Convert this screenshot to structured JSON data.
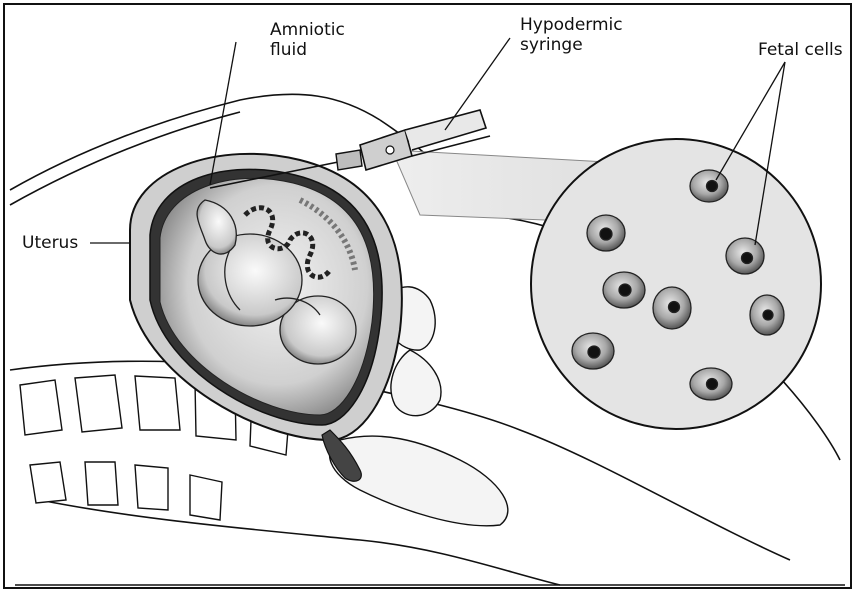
{
  "labels": {
    "amniotic_fluid_line1": "Amniotic",
    "amniotic_fluid_line2": "fluid",
    "syringe_line1": "Hypodermic",
    "syringe_line2": "syringe",
    "fetal_cells": "Fetal cells",
    "uterus": "Uterus"
  },
  "colors": {
    "ink": "#111111",
    "background": "#ffffff",
    "shade_light": "#e6e6e6",
    "shade_mid": "#b8b8b8",
    "shade_dark": "#3a3a3a",
    "cell_fill": "#9a9a9a"
  },
  "icons": {
    "syringe": "syringe-icon",
    "cell": "fetal-cell-icon",
    "fetus": "fetus-illustration"
  }
}
